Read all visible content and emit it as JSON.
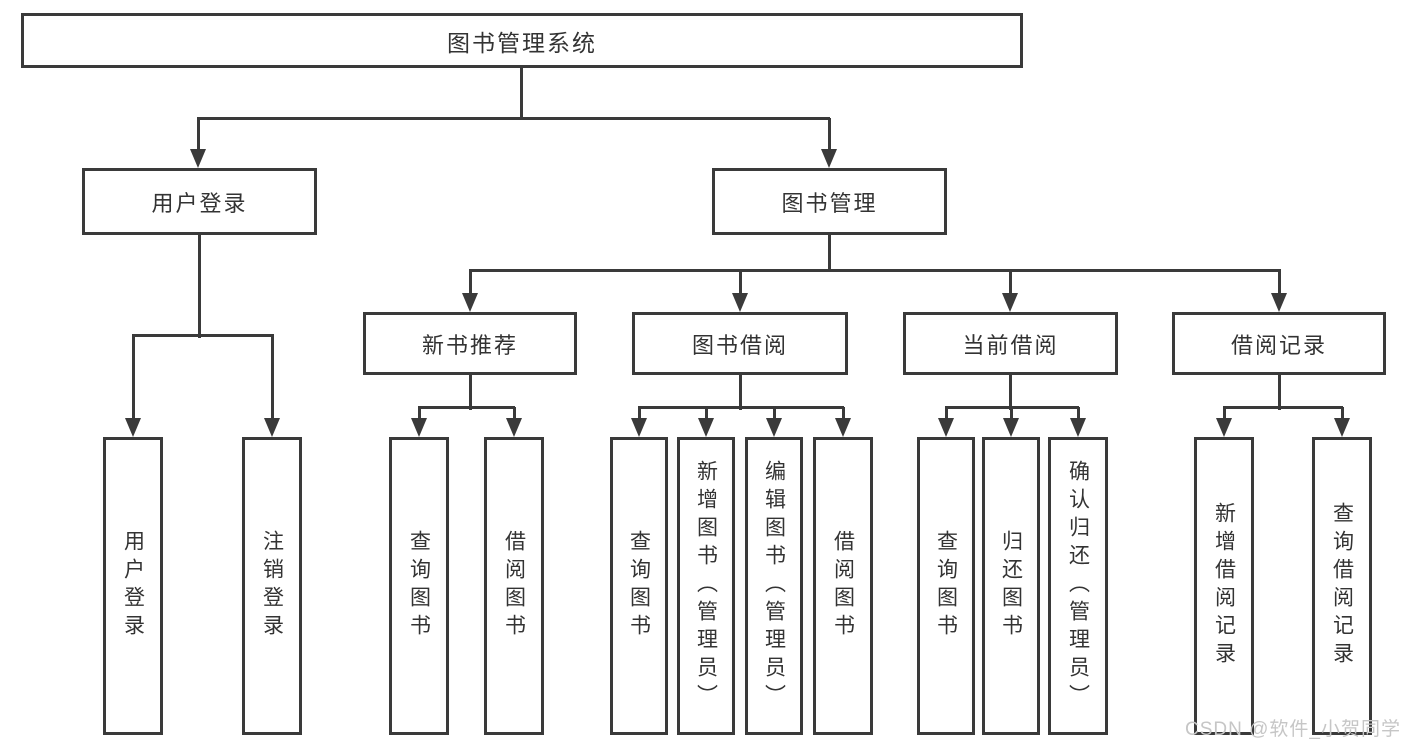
{
  "diagram": {
    "title_node": {
      "label": "图书管理系统"
    },
    "level2": [
      {
        "label": "用户登录"
      },
      {
        "label": "图书管理"
      }
    ],
    "level3": [
      {
        "label": "新书推荐"
      },
      {
        "label": "图书借阅"
      },
      {
        "label": "当前借阅"
      },
      {
        "label": "借阅记录"
      }
    ],
    "leaves": {
      "user_login": [
        {
          "label": "用户登录"
        },
        {
          "label": "注销登录"
        }
      ],
      "new_book": [
        {
          "label": "查询图书"
        },
        {
          "label": "借阅图书"
        }
      ],
      "book_borrow": [
        {
          "label": "查询图书"
        },
        {
          "label": "新增图书（管理员）"
        },
        {
          "label": "编辑图书（管理员）"
        },
        {
          "label": "借阅图书"
        }
      ],
      "current_borrow": [
        {
          "label": "查询图书"
        },
        {
          "label": "归还图书"
        },
        {
          "label": "确认归还（管理员）"
        }
      ],
      "borrow_record": [
        {
          "label": "新增借阅记录"
        },
        {
          "label": "查询借阅记录"
        }
      ]
    },
    "watermark": "CSDN @软件_小贺同学",
    "colors": {
      "line": "#3a3a3a",
      "text": "#333333",
      "background": "#ffffff",
      "watermark": "#c6c6c6"
    }
  }
}
